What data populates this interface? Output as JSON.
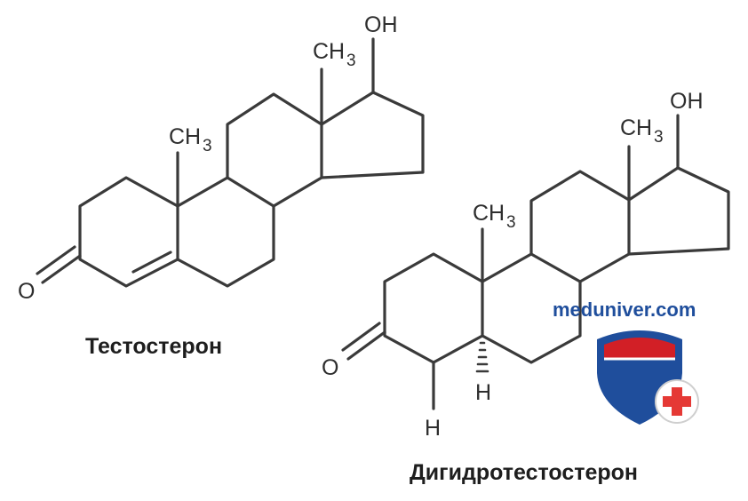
{
  "molecules": {
    "testosterone": {
      "name": "Тестостерон",
      "labels": {
        "oxygen": "O",
        "methyl_c19": "CH",
        "methyl_c19_sub": "3",
        "methyl_c18": "CH",
        "methyl_c18_sub": "3",
        "hydroxyl": "OH"
      }
    },
    "dht": {
      "name": "Дигидротестостерон",
      "labels": {
        "oxygen": "O",
        "methyl_c19": "CH",
        "methyl_c19_sub": "3",
        "methyl_c18": "CH",
        "methyl_c18_sub": "3",
        "hydroxyl": "OH",
        "hydrogen_c4": "H",
        "hydrogen_c5": "H"
      }
    }
  },
  "watermark": {
    "site": "meduniver.com",
    "colors": {
      "text": "#1f4e9c",
      "shield_blue": "#1f4e9c",
      "shield_red": "#d21f26",
      "cross": "#e53935"
    }
  }
}
